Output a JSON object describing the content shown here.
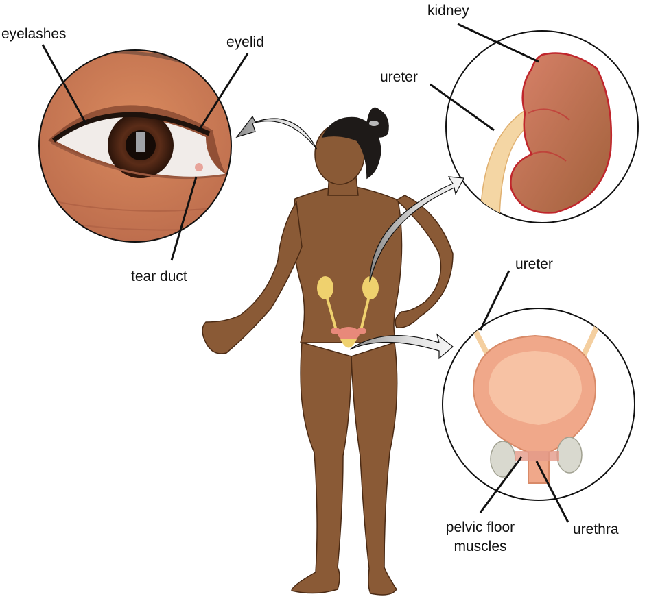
{
  "figure": {
    "subject": "Female human body with magnified insets of the eye, kidney, and urinary bladder",
    "colors": {
      "skin": "#8a5a36",
      "skin_outline": "#4a2a14",
      "hair": "#1e1a18",
      "kidney": "#c66a54",
      "kidney_outline": "#c0262c",
      "ureter": "#f2d29a",
      "body_organs": "#efd16e",
      "uterus": "#e8897a",
      "bladder": "#f0a88a",
      "bone": "#d9d9cf",
      "arrow_fill": "#e6e6e6",
      "leader_line": "#111111",
      "circle_border": "#111111"
    },
    "insets": [
      {
        "id": "eye",
        "labels": [
          "eyelashes",
          "eyelid",
          "tear duct"
        ]
      },
      {
        "id": "kidney",
        "labels": [
          "kidney",
          "ureter"
        ]
      },
      {
        "id": "bladder",
        "labels": [
          "ureter",
          "pelvic floor muscles",
          "urethra"
        ]
      }
    ]
  },
  "labels": {
    "eyelashes": "eyelashes",
    "eyelid": "eyelid",
    "tear_duct": "tear duct",
    "kidney": "kidney",
    "ureter_kidney": "ureter",
    "ureter_bladder": "ureter",
    "pelvic_floor_line1": "pelvic floor",
    "pelvic_floor_line2": "muscles",
    "urethra": "urethra"
  }
}
